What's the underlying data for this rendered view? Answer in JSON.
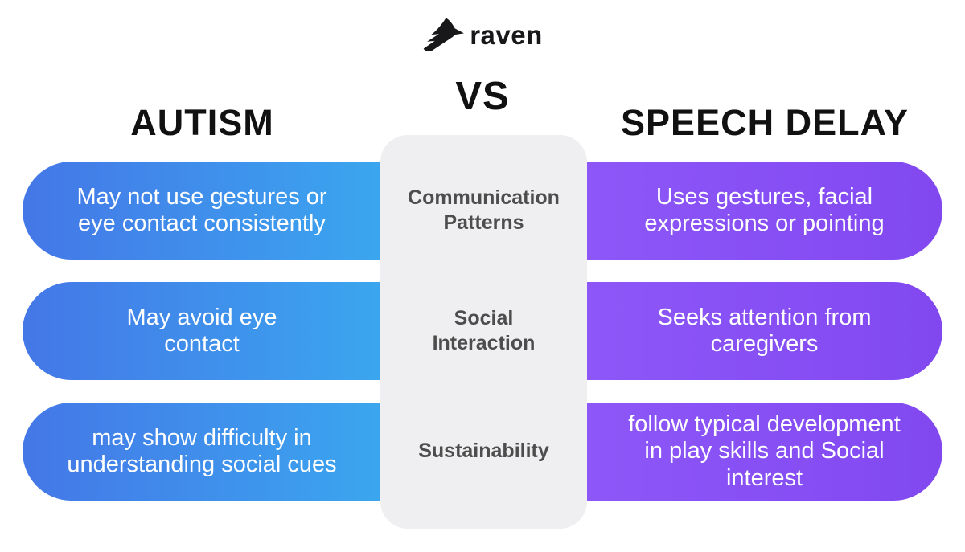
{
  "logo": {
    "icon": "raven-bird-icon",
    "text": "raven"
  },
  "header": {
    "vs_label": "VS",
    "left_heading": "AUTISM",
    "right_heading": "SPEECH DELAY"
  },
  "rows": [
    {
      "category": "Communication\nPatterns",
      "autism": "May not use gestures or\neye contact consistently",
      "speech_delay": "Uses gestures, facial\nexpressions or pointing"
    },
    {
      "category": "Social\nInteraction",
      "autism": "May avoid eye\ncontact",
      "speech_delay": "Seeks attention from\ncaregivers"
    },
    {
      "category": "Sustainability",
      "autism": "may show difficulty  in\nunderstanding social cues",
      "speech_delay": "follow typical development\nin play skills and Social\ninterest"
    }
  ],
  "colors": {
    "autism_gradient_start": "#4477E7",
    "autism_gradient_end": "#3BA6EF",
    "speech_gradient_start": "#8D57F8",
    "speech_gradient_end": "#8148F0",
    "panel_background": "#EFEEF0",
    "category_text": "#4D4D4D",
    "heading_text": "#111111",
    "pill_text": "#FFFFFF"
  }
}
